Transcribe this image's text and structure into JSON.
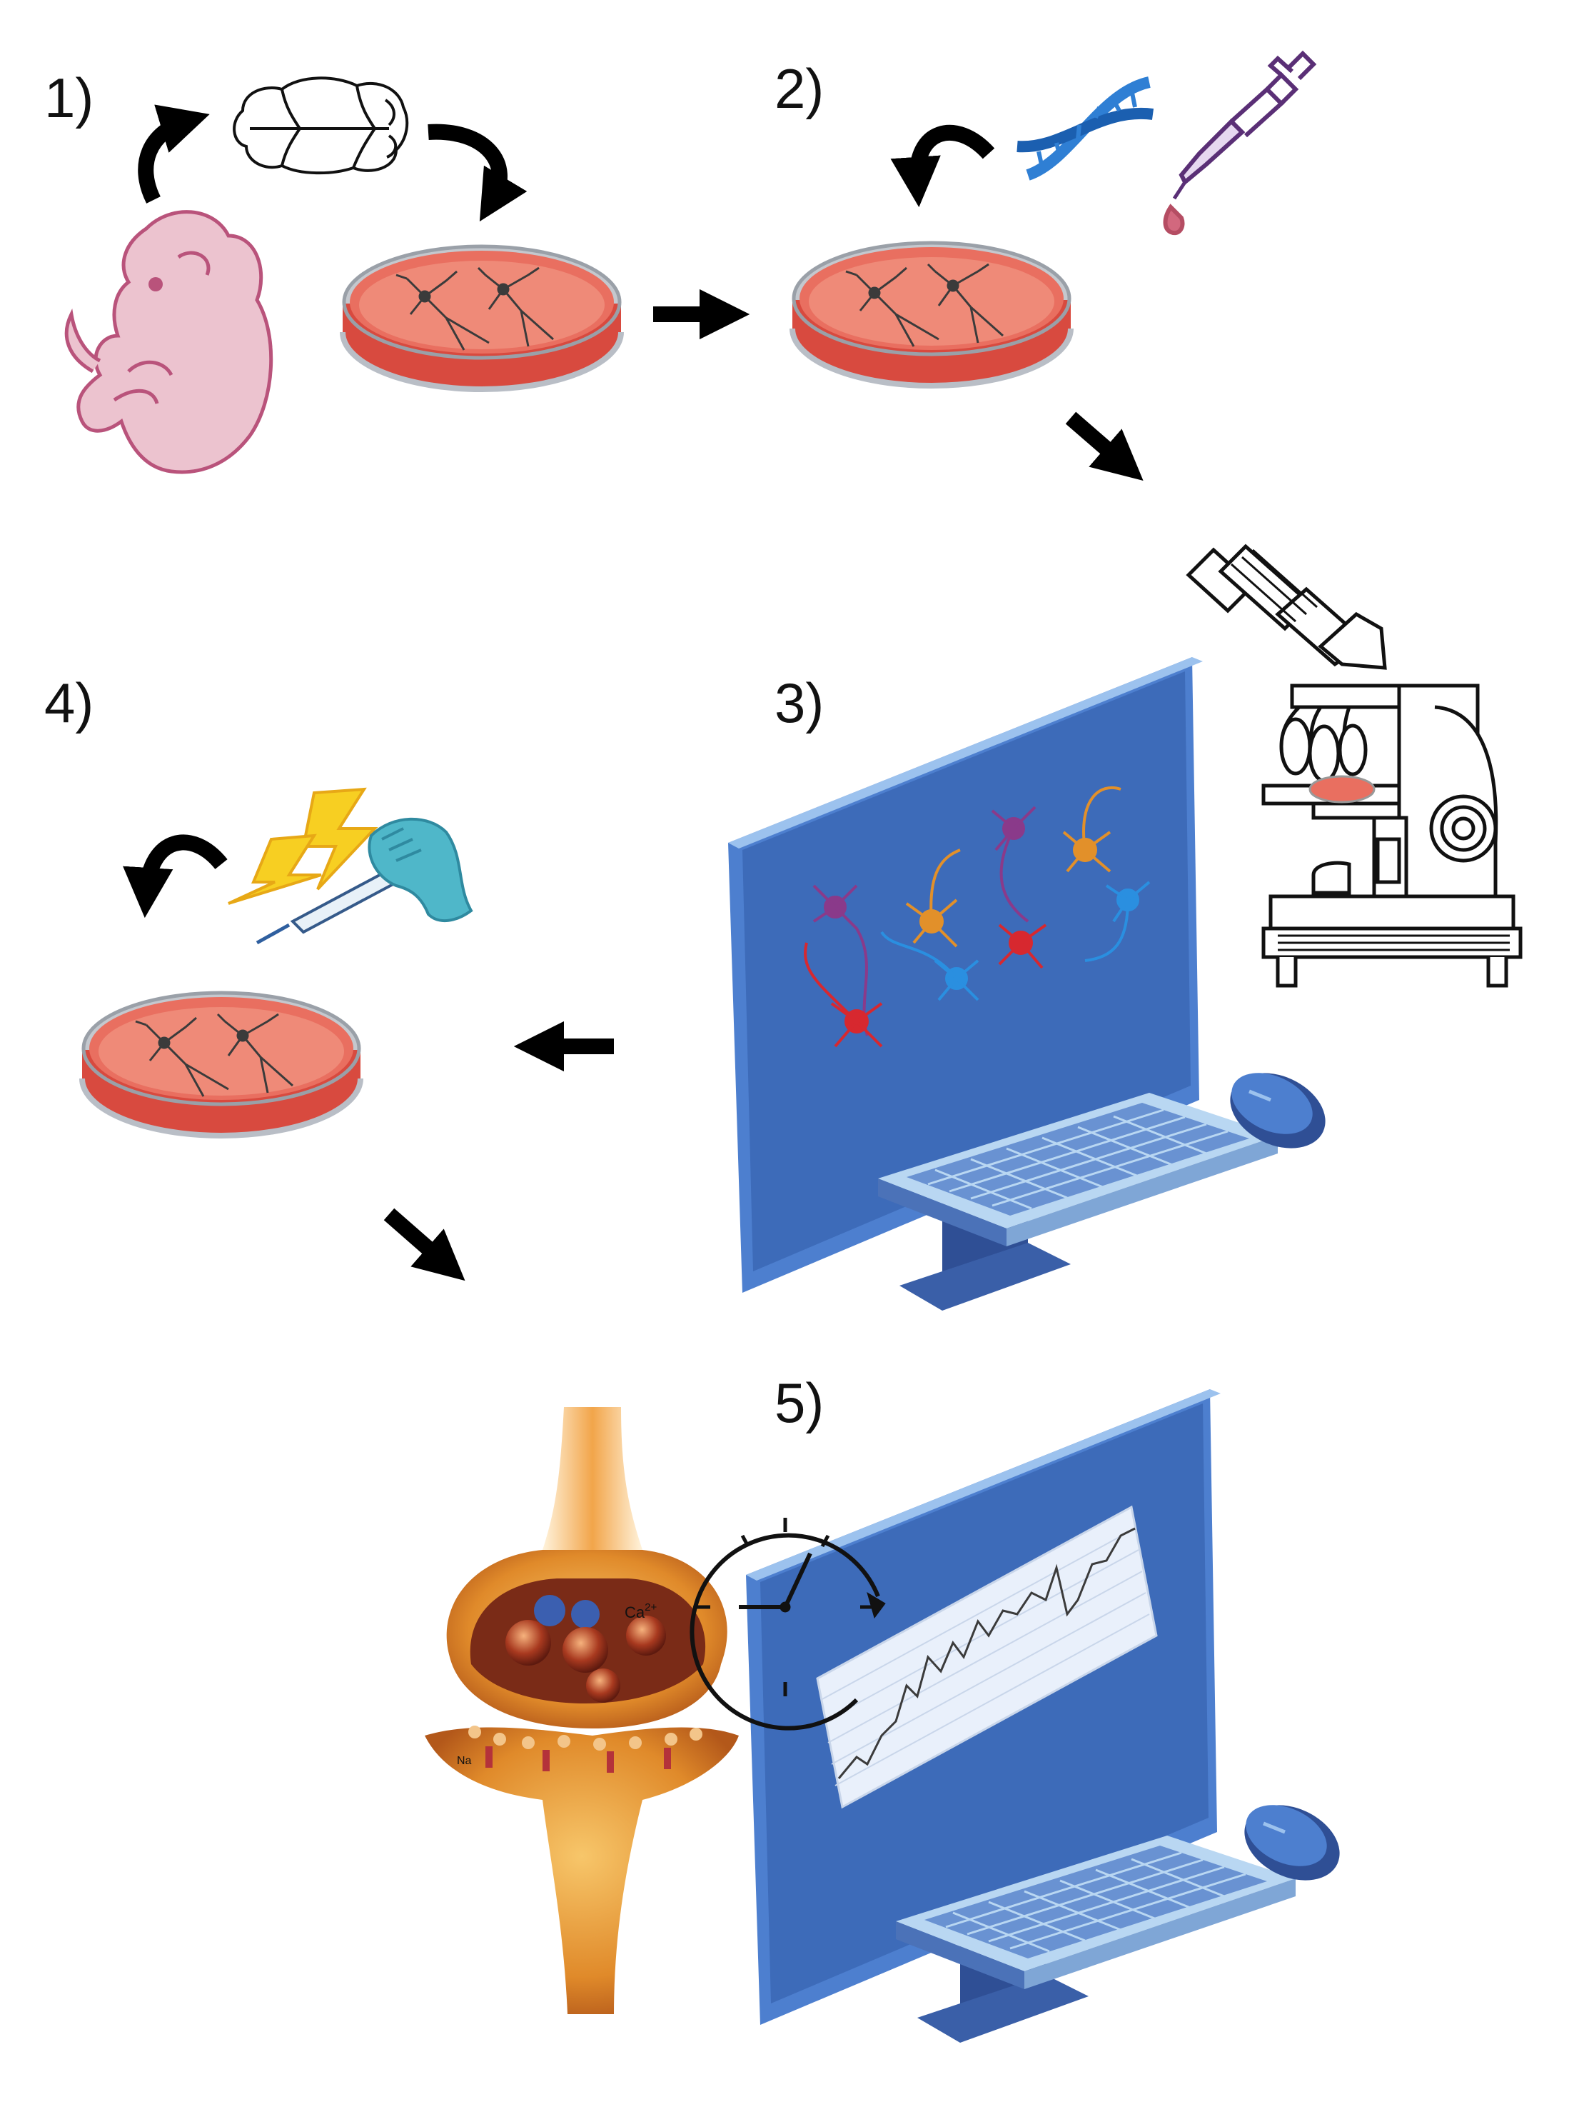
{
  "diagram": {
    "steps": [
      {
        "id": "step1",
        "label": "1)"
      },
      {
        "id": "step2",
        "label": "2)"
      },
      {
        "id": "step3",
        "label": "3)"
      },
      {
        "id": "step4",
        "label": "4)"
      },
      {
        "id": "step5",
        "label": "5)"
      }
    ],
    "synapse_ions": {
      "calcium": "Ca",
      "calcium_charge": "2+",
      "sodium": "Na"
    },
    "icons": [
      "mouse-pup-icon",
      "brain-icon",
      "petri-dish-icon",
      "dna-icon",
      "pipette-icon",
      "microscope-icon",
      "computer-monitor-icon",
      "keyboard-icon",
      "mouse-icon",
      "lightning-icon",
      "gloved-hand-pipette-icon",
      "synapse-icon",
      "clock-icon",
      "curved-arrow-icon",
      "straight-arrow-icon"
    ],
    "colors": {
      "dish_medium": "#e2574c",
      "dish_rim": "#d0d3d8",
      "pup_pink": "#ecc3cf",
      "pup_outline": "#b9537b",
      "monitor_blue": "#3f6fc4",
      "monitor_frame": "#4e7fd0",
      "screen_blue": "#6d97d8",
      "keyboard_blue": "#a9cdee",
      "lightning_yellow": "#f7cf22",
      "glove_teal": "#4fb7c9",
      "synapse_orange": "#e89431",
      "dna_blue": "#2f7fd4",
      "pipette_purple": "#5a2f76"
    }
  }
}
